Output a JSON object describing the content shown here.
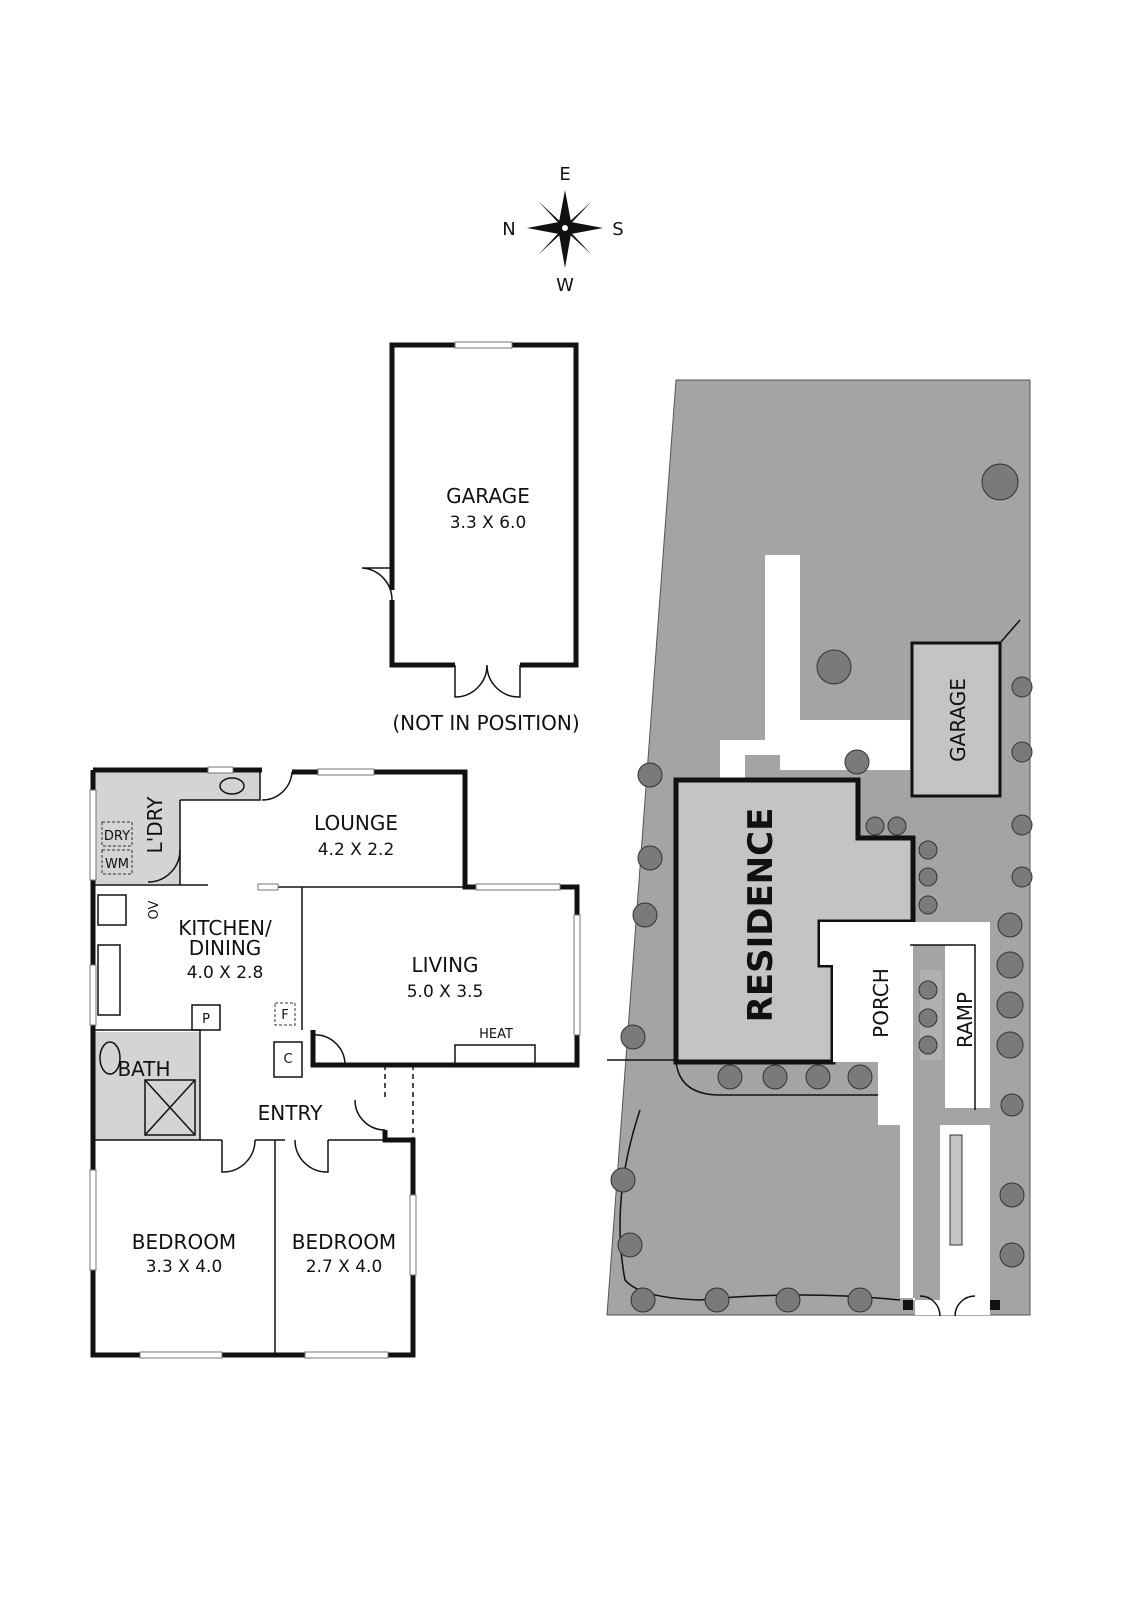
{
  "compass": {
    "north": "N",
    "east": "E",
    "south": "S",
    "west": "W"
  },
  "detached_garage": {
    "name": "GARAGE",
    "dims": "3.3 X 6.0",
    "note": "(NOT IN POSITION)"
  },
  "rooms": {
    "laundry": {
      "name": "L'DRY",
      "dryer": "DRY",
      "washer": "WM"
    },
    "lounge": {
      "name": "LOUNGE",
      "dims": "4.2 X 2.2"
    },
    "kitchen": {
      "name1": "KITCHEN/",
      "name2": "DINING",
      "dims": "4.0 X 2.8",
      "oven": "OV",
      "pantry": "P",
      "fridge": "F"
    },
    "living": {
      "name": "LIVING",
      "dims": "5.0 X 3.5",
      "heater": "HEAT"
    },
    "closet": "C",
    "bath": {
      "name": "BATH"
    },
    "entry": {
      "name": "ENTRY"
    },
    "bedroom1": {
      "name": "BEDROOM",
      "dims": "3.3 X 4.0"
    },
    "bedroom2": {
      "name": "BEDROOM",
      "dims": "2.7 X 4.0"
    }
  },
  "site": {
    "residence": "RESIDENCE",
    "garage": "GARAGE",
    "porch": "PORCH",
    "ramp": "RAMP"
  }
}
